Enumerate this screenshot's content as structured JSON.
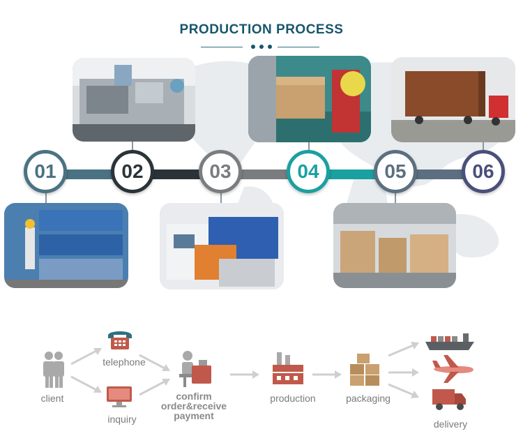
{
  "header": {
    "title": "PRODUCTION PROCESS"
  },
  "steps": [
    {
      "number": "01",
      "color": "#4a7282"
    },
    {
      "number": "02",
      "color": "#2b3338"
    },
    {
      "number": "03",
      "color": "#7a7d80"
    },
    {
      "number": "04",
      "color": "#1aa0a0"
    },
    {
      "number": "05",
      "color": "#5b6f80"
    },
    {
      "number": "06",
      "color": "#4a4f7a"
    }
  ],
  "flow": {
    "client": "client",
    "telephone": "telephone",
    "inquiry": "inquiry",
    "confirm": "confirm",
    "order_receive": "order&receive",
    "payment": "payment",
    "production": "production",
    "packaging": "packaging",
    "delivery": "delivery"
  },
  "colors": {
    "accent": "#c0594b",
    "gray": "#9a9a9a",
    "title": "#17566b"
  }
}
